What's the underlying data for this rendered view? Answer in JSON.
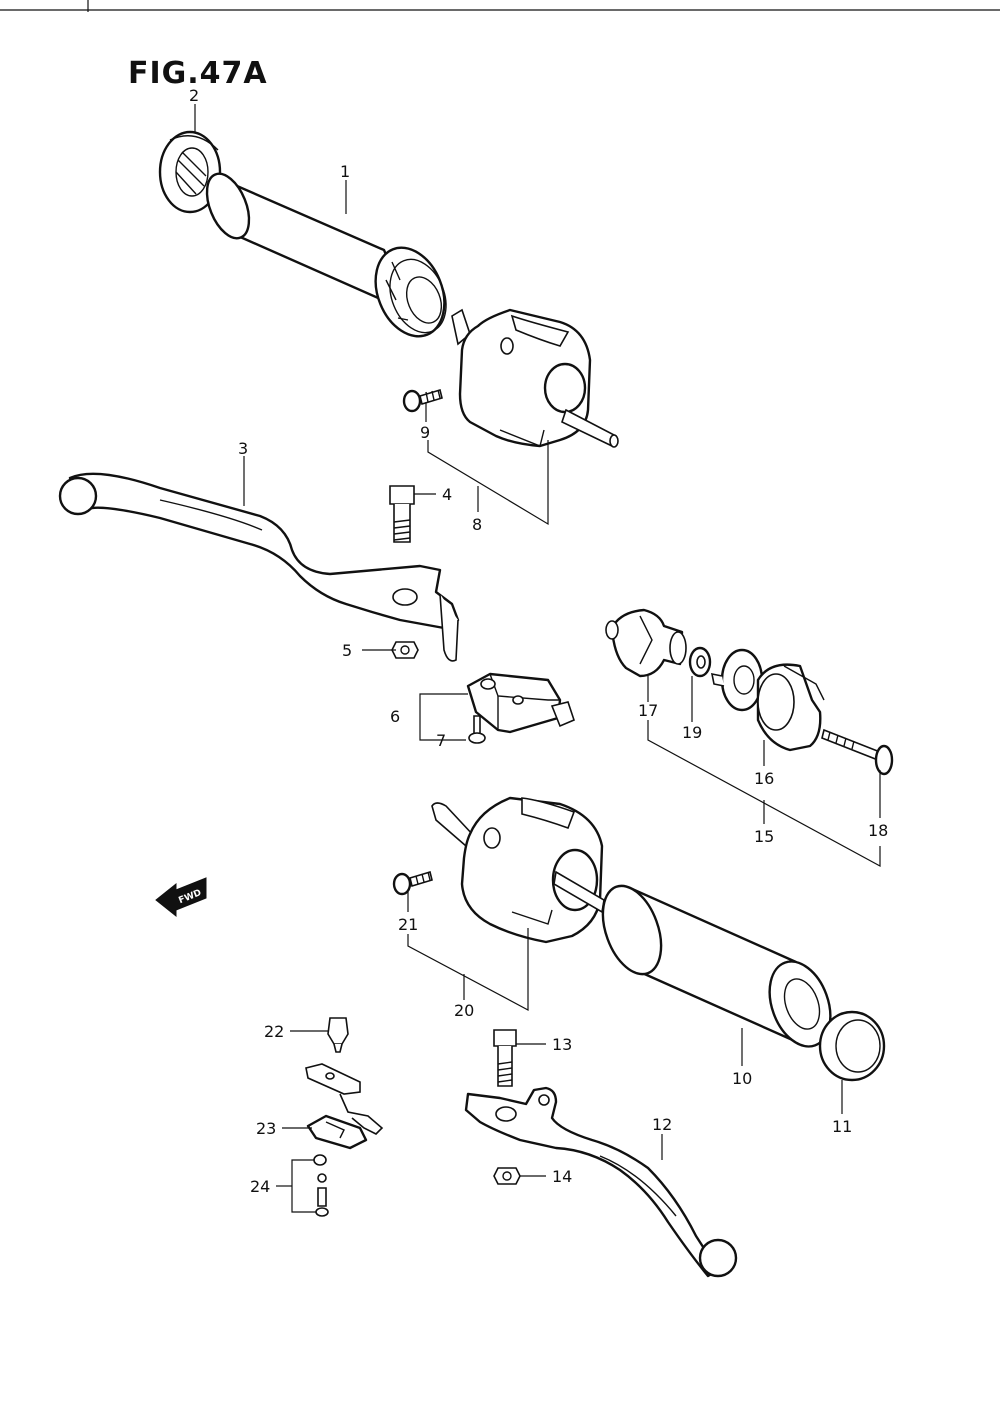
{
  "figure": {
    "title": "FIG.47A"
  },
  "callouts": {
    "c1": "1",
    "c2": "2",
    "c3": "3",
    "c4": "4",
    "c5": "5",
    "c6": "6",
    "c7": "7",
    "c8": "8",
    "c9": "9",
    "c10": "10",
    "c11": "11",
    "c12": "12",
    "c13": "13",
    "c14": "14",
    "c15": "15",
    "c16": "16",
    "c17": "17",
    "c18": "18",
    "c19": "19",
    "c20": "20",
    "c21": "21",
    "c22": "22",
    "c23": "23",
    "c24": "24"
  },
  "direction_arrow": {
    "label": "FWD",
    "icon": "fwd-arrow-icon"
  }
}
